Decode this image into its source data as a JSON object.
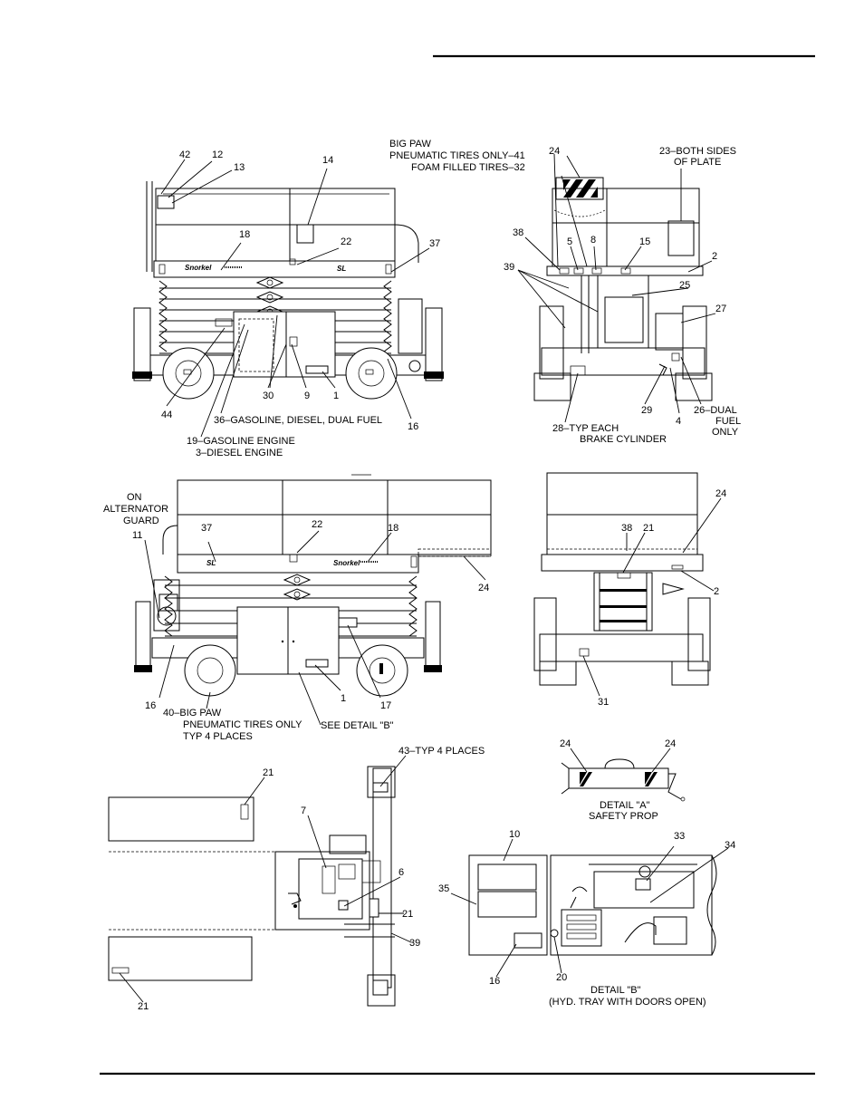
{
  "labels": {
    "v1": {
      "l42": "42",
      "l12": "12",
      "l13": "13",
      "l14": "14",
      "l18": "18",
      "l22": "22",
      "l37": "37",
      "brand_left": "Snorkel",
      "brand_right": "SL",
      "l44": "44",
      "l30": "30",
      "l9": "9",
      "l1": "1",
      "l16": "16",
      "l36": "36–GASOLINE, DIESEL, DUAL FUEL",
      "l19a": "19–GASOLINE ENGINE",
      "l19b": "3–DIESEL ENGINE"
    },
    "v2": {
      "bp1": "BIG PAW",
      "bp2": "PNEUMATIC TIRES ONLY–41",
      "bp3": "FOAM FILLED TIRES–32",
      "l24": "24",
      "l23a": "23–BOTH SIDES",
      "l23b": "OF PLATE",
      "l38": "38",
      "l5": "5",
      "l8": "8",
      "l15": "15",
      "l2": "2",
      "l39": "39",
      "l25": "25",
      "l27": "27",
      "l29": "29",
      "l4": "4",
      "l26a": "26–DUAL",
      "l26b": "FUEL",
      "l26c": "ONLY",
      "l28a": "28–TYP EACH",
      "l28b": "BRAKE CYLINDER"
    },
    "v3": {
      "on1": "ON",
      "on2": "ALTERNATOR",
      "on3": "GUARD",
      "l11": "11",
      "l37": "37",
      "l22": "22",
      "l18": "18",
      "brand_left": "SL",
      "brand_right": "Snorkel",
      "l24": "24",
      "l16": "16",
      "l1": "1",
      "l17": "17",
      "l40a": "40–BIG PAW",
      "l40b": "PNEUMATIC TIRES ONLY",
      "l40c": "TYP 4 PLACES",
      "detail_b": "SEE DETAIL \"B\""
    },
    "v4": {
      "l24": "24",
      "l38": "38",
      "l21": "21",
      "l2": "2",
      "l31": "31"
    },
    "v5": {
      "l21a": "21",
      "l43": "43–TYP 4 PLACES",
      "l7": "7",
      "l6": "6",
      "l21b": "21",
      "l39": "39",
      "l21c": "21"
    },
    "detailA": {
      "l24a": "24",
      "l24b": "24",
      "title": "DETAIL \"A\"",
      "sub": "SAFETY PROP"
    },
    "detailB": {
      "l10": "10",
      "l33": "33",
      "l34": "34",
      "l35": "35",
      "l16": "16",
      "l20": "20",
      "title": "DETAIL \"B\"",
      "sub": "(HYD. TRAY WITH DOORS OPEN)"
    }
  }
}
